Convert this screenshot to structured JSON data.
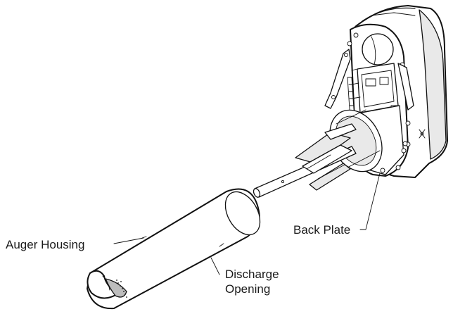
{
  "labels": {
    "auger_housing": "Auger Housing",
    "back_plate": "Back Plate",
    "discharge_line1": "Discharge",
    "discharge_line2": "Opening"
  },
  "colors": {
    "line": "#111111",
    "part_fill": "#e9e9e9",
    "shadow_fill": "#bdbdbd",
    "text": "#1a1a1a"
  }
}
